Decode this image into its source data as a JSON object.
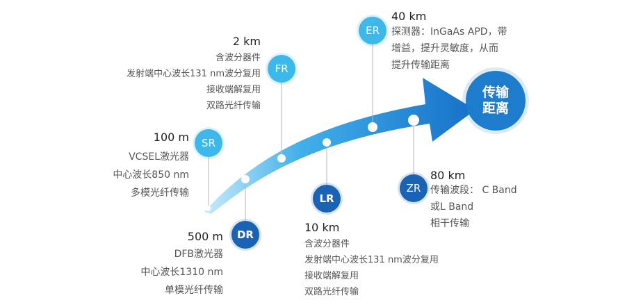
{
  "end_label": [
    "传输",
    "距离"
  ],
  "nodes": {
    "sr": {
      "code": "SR",
      "distance": "100 m",
      "lines": [
        "VCSEL激光器",
        "中心波长850 nm",
        "多模光纤传输"
      ]
    },
    "fr": {
      "code": "FR",
      "distance": "2 km",
      "lines": [
        "含波分器件",
        "发射端中心波长131 nm波分复用",
        "接收端解复用",
        "双路光纤传输"
      ]
    },
    "er": {
      "code": "ER",
      "distance": "40 km",
      "lines": [
        "探测器：InGaAs APD，带",
        "增益，提升灵敏度，从而",
        "提升传输距离"
      ]
    },
    "dr": {
      "code": "DR",
      "distance": "500 m",
      "lines": [
        "DFB激光器",
        "中心波长1310 nm",
        "单模光纤传输"
      ]
    },
    "lr": {
      "code": "LR",
      "distance": "10 km",
      "lines": [
        "含波分器件",
        "发射端中心波长131 nm波分复用",
        "接收端解复用",
        "双路光纤传输"
      ]
    },
    "zr": {
      "code": "ZR",
      "distance": "80 km",
      "lines": [
        "传输波段： C Band",
        "或L Band",
        "相干传输"
      ]
    }
  },
  "colors": {
    "arrow_start": "#bfe6f8",
    "arrow_mid": "#3aa9e6",
    "arrow_end": "#1670c8",
    "light_node": "#3db8ea",
    "dark_node": "#1a62b3"
  }
}
